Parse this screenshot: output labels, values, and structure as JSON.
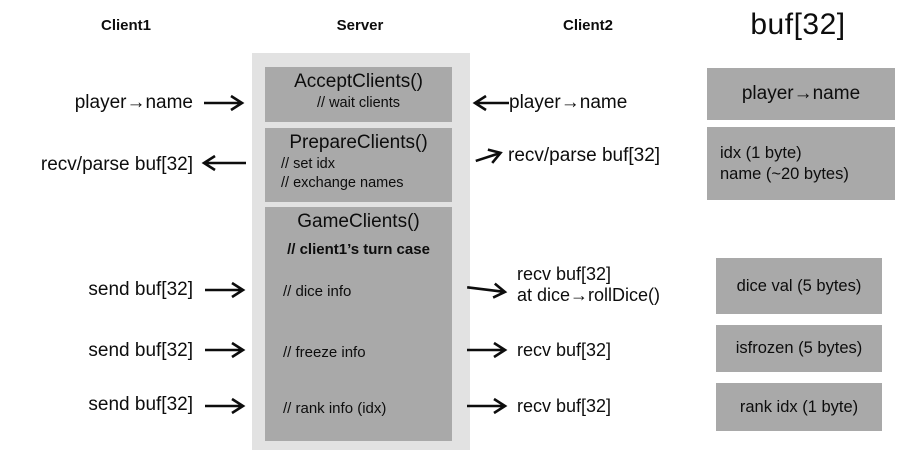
{
  "headers": {
    "client1": "Client1",
    "server": "Server",
    "client2": "Client2",
    "buf": "buf[32]"
  },
  "server_column": {
    "accept_clients": {
      "title": "AcceptClients()",
      "comment": "// wait clients"
    },
    "prepare_clients": {
      "title": "PrepareClients()",
      "comments": [
        "// set idx",
        "// exchange names"
      ]
    },
    "game_clients": {
      "title": "GameClients()",
      "turn_case_comment": "// client1’s turn case",
      "dice_comment": "// dice info",
      "freeze_comment": "// freeze info",
      "rank_comment": "// rank info (idx)"
    }
  },
  "client1_lane": {
    "player_name": "player→name",
    "recv_parse": "recv/parse buf[32]",
    "sends": [
      "send buf[32]",
      "send buf[32]",
      "send buf[32]"
    ]
  },
  "client2_lane": {
    "player_name": "player→name",
    "recv_parse": "recv/parse buf[32]",
    "recv_dice_line1": "recv buf[32]",
    "recv_dice_line2": "at dice→rollDice()",
    "recv_freeze": "recv buf[32]",
    "recv_rank": "recv buf[32]"
  },
  "buf_lane": {
    "player_name": "player→name",
    "idx_name_lines": [
      "idx (1 byte)",
      "name (~20 bytes)"
    ],
    "dice_val": "dice val (5 bytes)",
    "isfrozen": "isfrozen (5 bytes)",
    "rank_idx": "rank idx (1 byte)"
  },
  "colors": {
    "background": "#ffffff",
    "column_bg": "#e2e2e2",
    "box_bg": "#a9a9a9",
    "text": "#0d0d0d"
  }
}
